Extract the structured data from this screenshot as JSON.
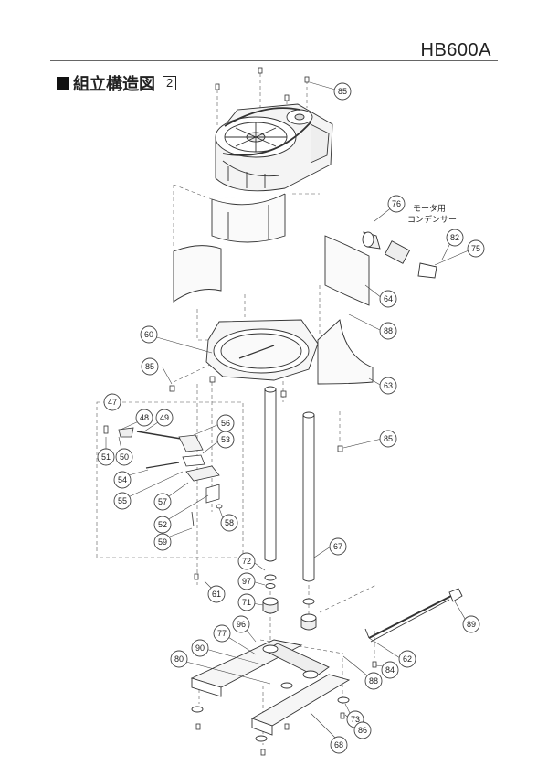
{
  "header": {
    "model": "HB600A",
    "title": "組立構造図",
    "sheet": "2"
  },
  "notes": {
    "condenser_line1": "モータ用",
    "condenser_line2": "コンデンサー"
  },
  "callouts": [
    "85",
    "76",
    "82",
    "75",
    "64",
    "60",
    "88",
    "85",
    "63",
    "85",
    "47",
    "48",
    "49",
    "56",
    "53",
    "51",
    "50",
    "54",
    "55",
    "57",
    "52",
    "58",
    "59",
    "61",
    "72",
    "97",
    "67",
    "71",
    "96",
    "77",
    "90",
    "80",
    "62",
    "84",
    "88",
    "89",
    "73",
    "86",
    "68"
  ]
}
